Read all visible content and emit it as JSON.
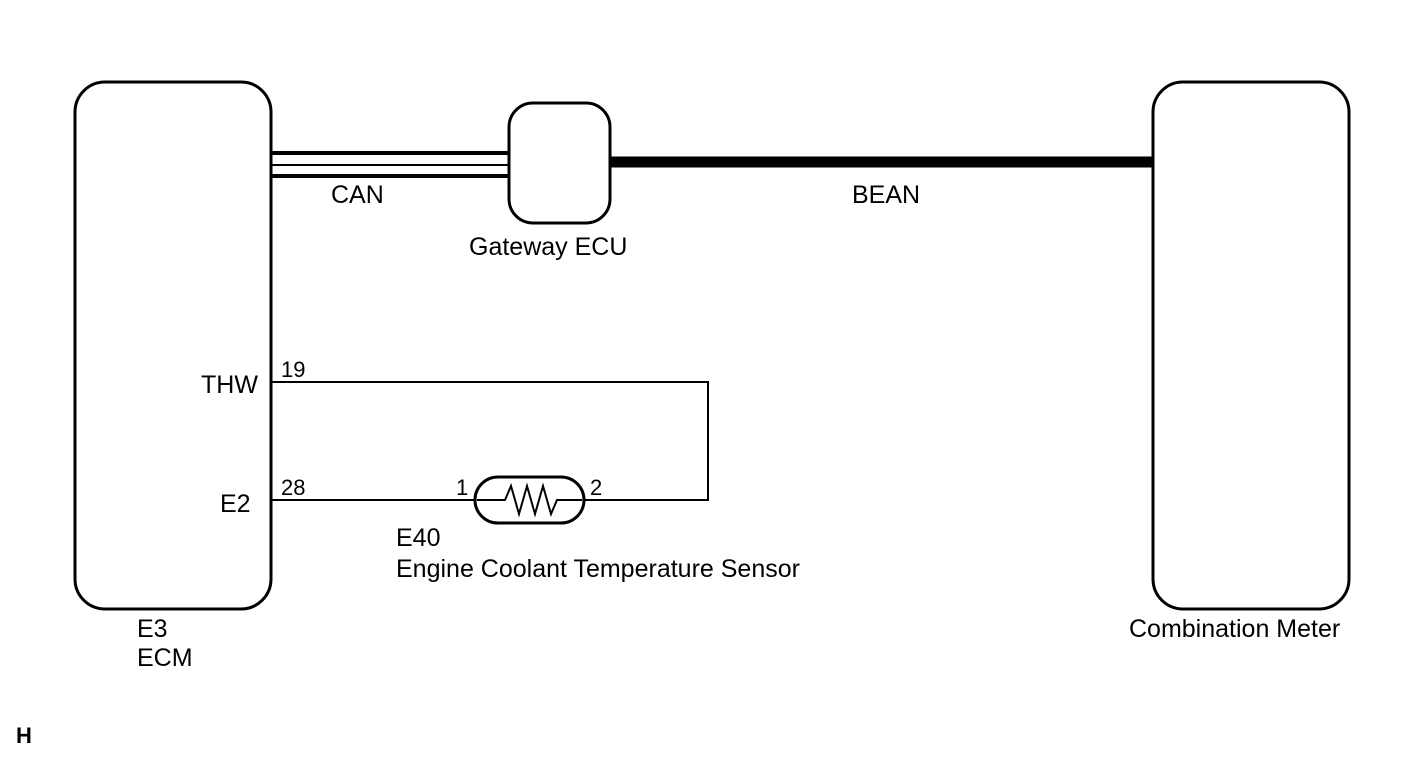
{
  "colors": {
    "line": "#000000",
    "background": "#ffffff"
  },
  "ecm": {
    "connector": "E3",
    "name": "ECM"
  },
  "gateway": {
    "name": "Gateway ECU"
  },
  "meter": {
    "name": "Combination Meter"
  },
  "bus": {
    "can_label": "CAN",
    "bean_label": "BEAN"
  },
  "terminals": {
    "thw": {
      "name": "THW",
      "pin": "19"
    },
    "e2": {
      "name": "E2",
      "pin": "28"
    }
  },
  "sensor": {
    "connector": "E40",
    "name": "Engine Coolant Temperature Sensor",
    "pin1": "1",
    "pin2": "2"
  },
  "corner_mark": "H"
}
